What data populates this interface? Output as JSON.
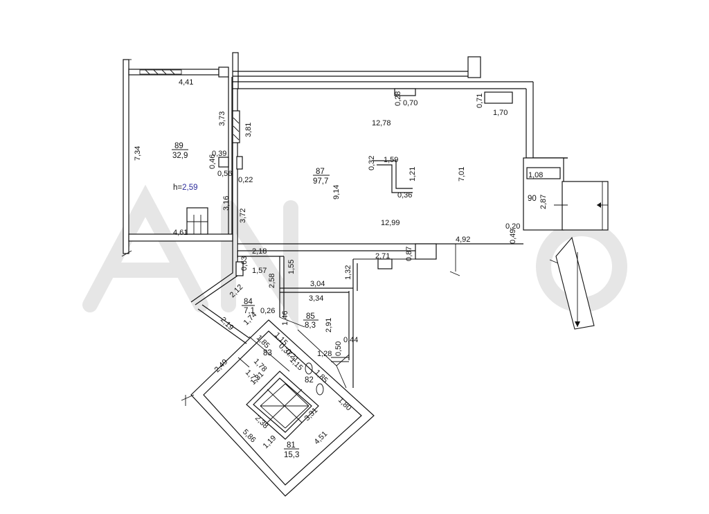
{
  "height_mark": {
    "prefix": "h=",
    "value": "2,59"
  },
  "rooms": [
    {
      "id": "89",
      "area": "32,9"
    },
    {
      "id": "87",
      "area": "97,7"
    },
    {
      "id": "90",
      "area": ""
    },
    {
      "id": "84",
      "area": "7,1"
    },
    {
      "id": "85",
      "area": "8,3"
    },
    {
      "id": "83",
      "area": ""
    },
    {
      "id": "82",
      "area": ""
    },
    {
      "id": "81",
      "area": "15,3"
    }
  ],
  "dimensions": [
    "4,41",
    "3,73",
    "7,34",
    "0,39",
    "0,46",
    "0,56",
    "3,81",
    "0,22",
    "4,61",
    "3,16",
    "3,72",
    "12,78",
    "0,28",
    "0,70",
    "0,71",
    "1,70",
    "0,32",
    "1,59",
    "1,21",
    "0,36",
    "9,14",
    "7,01",
    "12,99",
    "1,08",
    "2,87",
    "0,20",
    "0,49",
    "4,92",
    "0,87",
    "2,71",
    "2,18",
    "0,63",
    "1,57",
    "1,55",
    "1,32",
    "2,58",
    "3,04",
    "3,34",
    "2,12",
    "0,26",
    "1,46",
    "2,91",
    "2,19",
    "1,74",
    "1,85",
    "1,15",
    "0,37",
    "0,50",
    "0,44",
    "1,28",
    "0,21",
    "1,78",
    "1,77",
    "1,15",
    "1,85",
    "2,49",
    "1,31",
    "1,80",
    "2,38",
    "3,31",
    "5,86",
    "1,19",
    "4,51"
  ]
}
